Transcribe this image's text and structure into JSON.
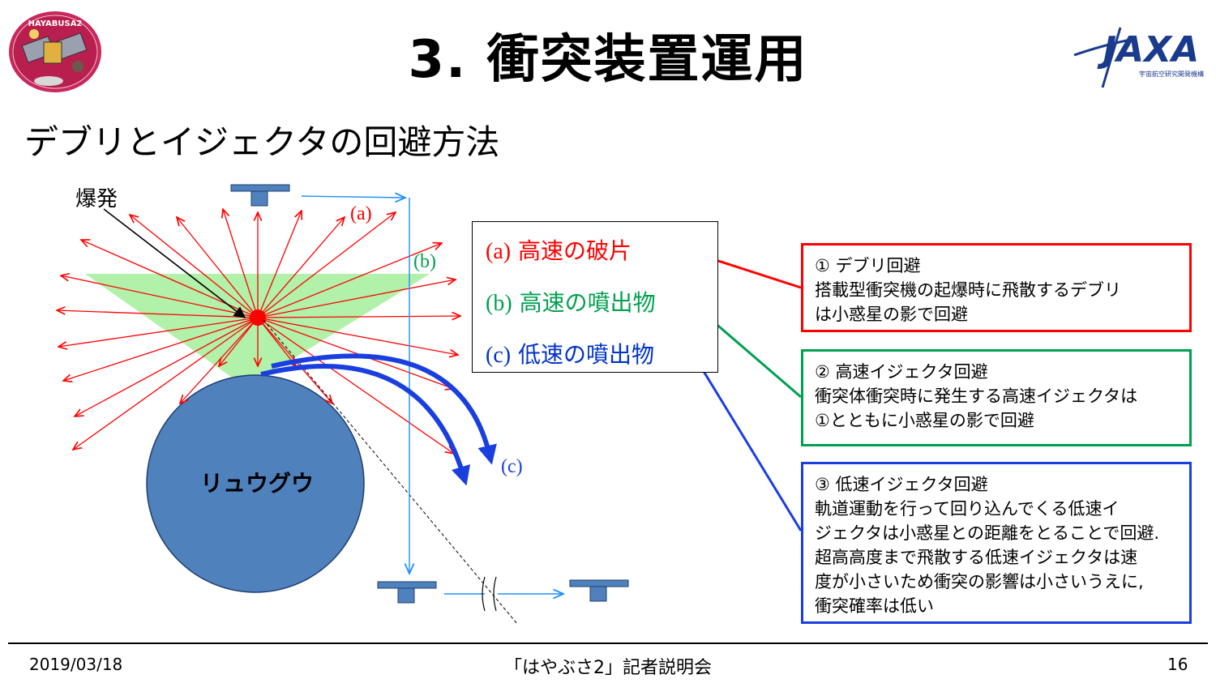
{
  "header": {
    "title": "3. 衝突装置運用",
    "subtitle": "デブリとイジェクタの回避方法"
  },
  "logos": {
    "mission": "HAYABUSA2",
    "agency": "JAXA",
    "agency_caption": "宇宙航空研究開発機構"
  },
  "diagram": {
    "explosion_label": "爆発",
    "asteroid_label": "リュウグウ",
    "path_a": "(a)",
    "path_b": "(b)",
    "path_c": "(c)"
  },
  "legend": {
    "items": [
      {
        "tag": "(a)",
        "text": "高速の破片",
        "color": "#ff0000"
      },
      {
        "tag": "(b)",
        "text": "高速の噴出物",
        "color": "#00a050"
      },
      {
        "tag": "(c)",
        "text": "低速の噴出物",
        "color": "#0033cc"
      }
    ]
  },
  "boxes": [
    {
      "color": "#ff0000",
      "lines": [
        "① デブリ回避",
        "搭載型衝突機の起爆時に飛散するデブリ",
        "は小惑星の影で回避"
      ]
    },
    {
      "color": "#00a050",
      "lines": [
        "② 高速イジェクタ回避",
        "衝突体衝突時に発生する高速イジェクタは",
        "①とともに小惑星の影で回避"
      ]
    },
    {
      "color": "#1a3fe0",
      "lines": [
        "③ 低速イジェクタ回避",
        "軌道運動を行って回り込んでくる低速イ",
        "ジェクタは小惑星との距離をとることで回避.",
        "超高高度まで飛散する低速イジェクタは速",
        "度が小さいため衝突の影響は小さいうえに,",
        "衝突確率は低い"
      ]
    }
  ],
  "footer": {
    "date": "2019/03/18",
    "event": "「はやぶさ2」記者説明会",
    "page": "16"
  }
}
